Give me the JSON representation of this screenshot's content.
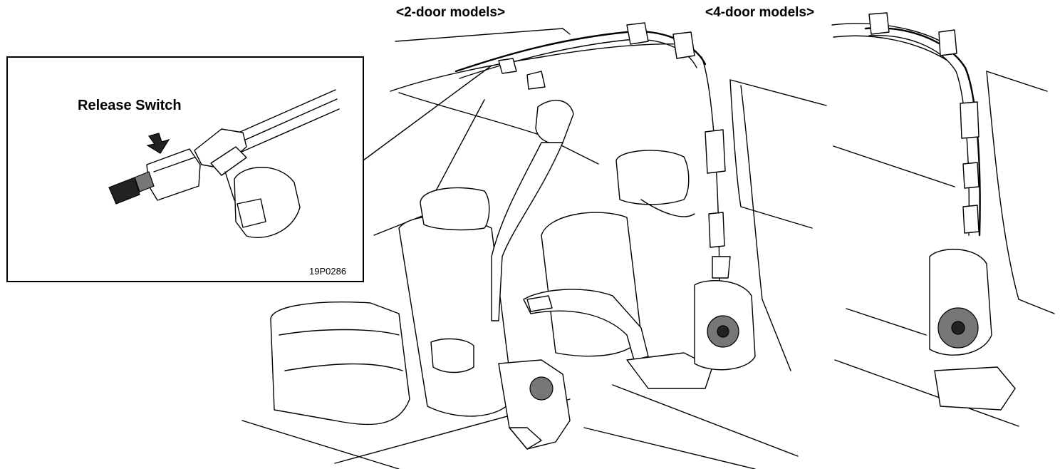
{
  "labels": {
    "two_door": "<2-door models>",
    "four_door": "<4-door models>",
    "release_switch": "Release Switch",
    "figure_code": "19P0286"
  }
}
